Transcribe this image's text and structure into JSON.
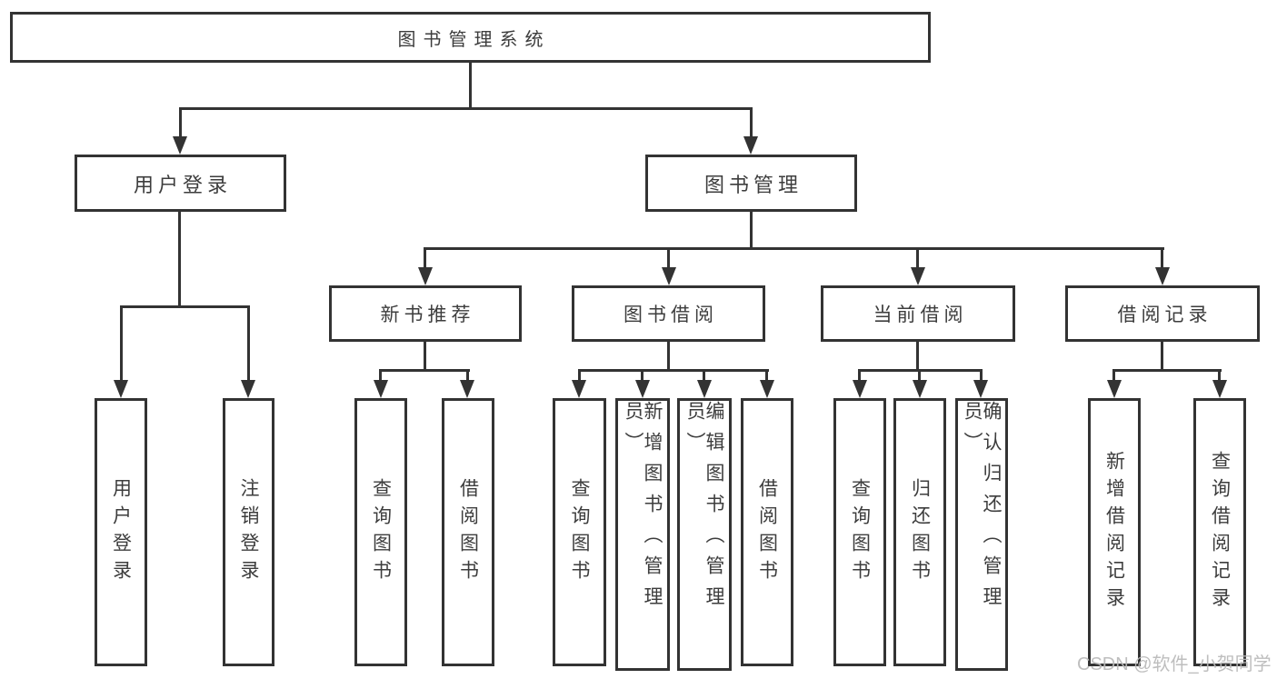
{
  "diagram": {
    "type": "hierarchy-tree",
    "title": "图书管理系统",
    "colors": {
      "line": "#333333",
      "text": "#3d3d3d",
      "background": "#ffffff",
      "watermark": "#b9b9b9"
    },
    "root": {
      "label": "图书管理系统",
      "children": [
        {
          "label": "用户登录",
          "children": [
            {
              "label": "用户登录"
            },
            {
              "label": "注销登录"
            }
          ]
        },
        {
          "label": "图书管理",
          "children": [
            {
              "label": "新书推荐",
              "children": [
                {
                  "label": "查询图书"
                },
                {
                  "label": "借阅图书"
                }
              ]
            },
            {
              "label": "图书借阅",
              "children": [
                {
                  "label": "查询图书"
                },
                {
                  "label": "新增图书（管理员）"
                },
                {
                  "label": "编辑图书（管理员）"
                },
                {
                  "label": "借阅图书"
                }
              ]
            },
            {
              "label": "当前借阅",
              "children": [
                {
                  "label": "查询图书"
                },
                {
                  "label": "归还图书"
                },
                {
                  "label": "确认归还（管理员）"
                }
              ]
            },
            {
              "label": "借阅记录",
              "children": [
                {
                  "label": "新增借阅记录"
                },
                {
                  "label": "查询借阅记录"
                }
              ]
            }
          ]
        }
      ]
    }
  },
  "watermark": {
    "text": "CSDN @软件_小贺同学"
  }
}
